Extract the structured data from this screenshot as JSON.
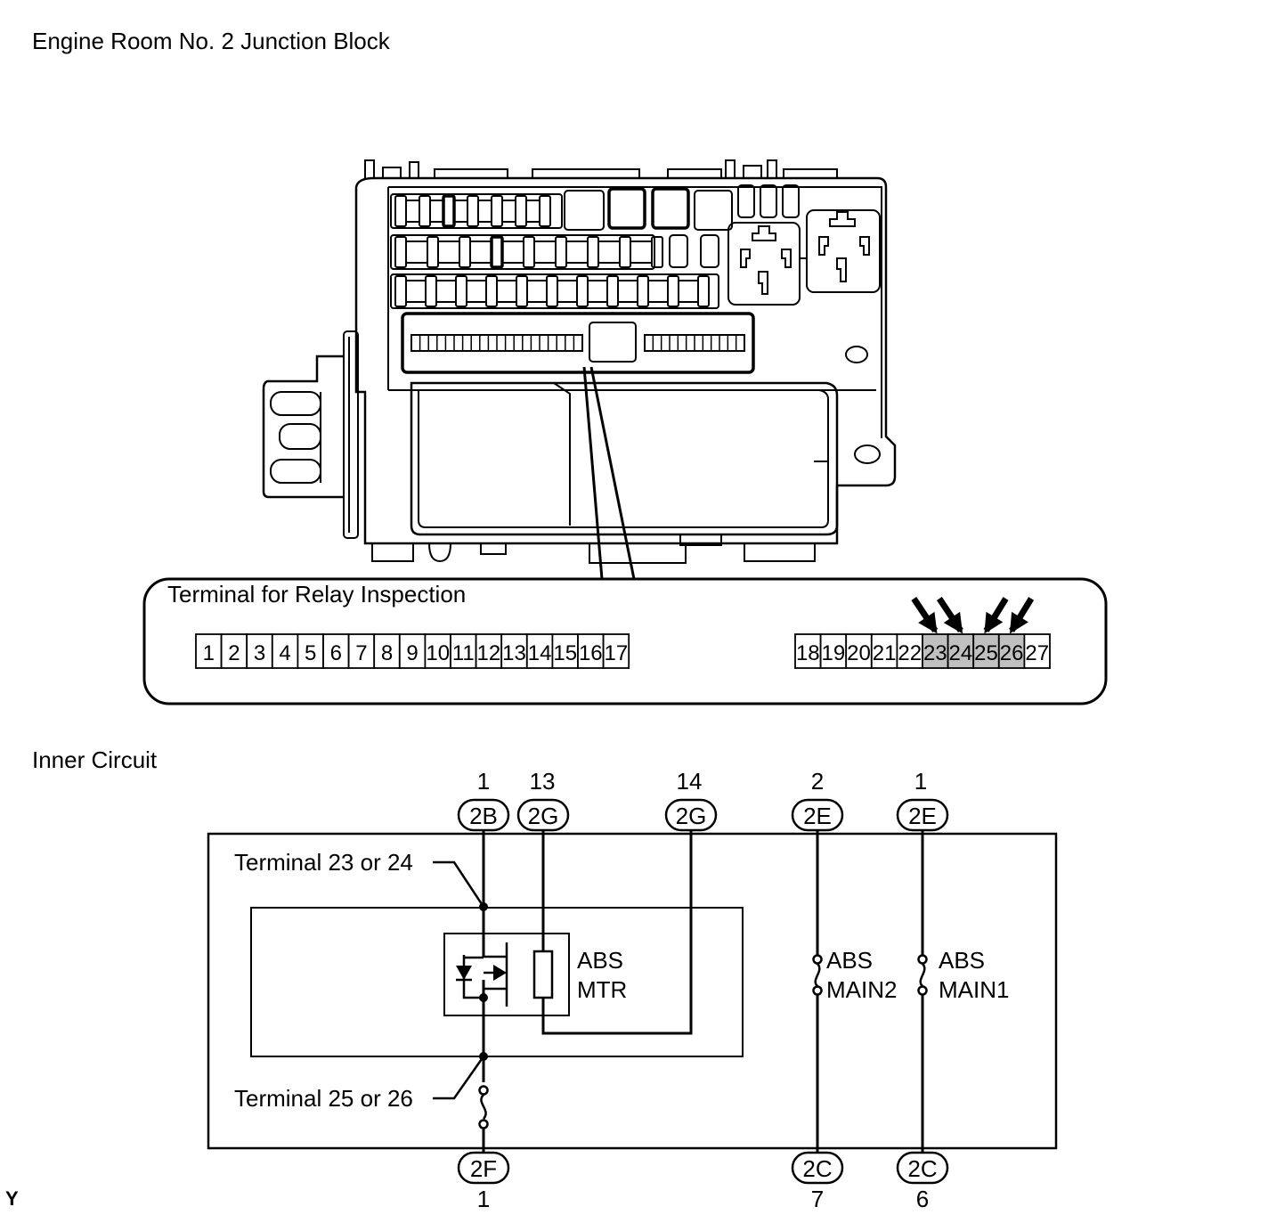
{
  "title": "Engine Room No. 2 Junction Block",
  "relay_panel": {
    "title": "Terminal for Relay Inspection",
    "terminals_left": [
      "1",
      "2",
      "3",
      "4",
      "5",
      "6",
      "7",
      "8",
      "9",
      "10",
      "11",
      "12",
      "13",
      "14",
      "15",
      "16",
      "17"
    ],
    "terminals_right": [
      "18",
      "19",
      "20",
      "21",
      "22",
      "23",
      "24",
      "25",
      "26",
      "27"
    ],
    "highlighted": [
      "23",
      "24",
      "25",
      "26"
    ],
    "highlight_color": "#c0c0c0"
  },
  "circuit": {
    "title": "Inner Circuit",
    "top_connectors": [
      {
        "pin": "1",
        "name": "2B"
      },
      {
        "pin": "13",
        "name": "2G"
      },
      {
        "pin": "14",
        "name": "2G"
      },
      {
        "pin": "2",
        "name": "2E"
      },
      {
        "pin": "1",
        "name": "2E"
      }
    ],
    "bottom_connectors": [
      {
        "pin": "1",
        "name": "2F"
      },
      {
        "pin": "7",
        "name": "2C"
      },
      {
        "pin": "6",
        "name": "2C"
      }
    ],
    "label_terminal_23_24": "Terminal 23 or 24",
    "label_terminal_25_26": "Terminal 25 or 26",
    "relay_label_1": "ABS",
    "relay_label_2": "MTR",
    "fuse_main2_1": "ABS",
    "fuse_main2_2": "MAIN2",
    "fuse_main1_1": "ABS",
    "fuse_main1_2": "MAIN1"
  },
  "corner_mark": "Y"
}
